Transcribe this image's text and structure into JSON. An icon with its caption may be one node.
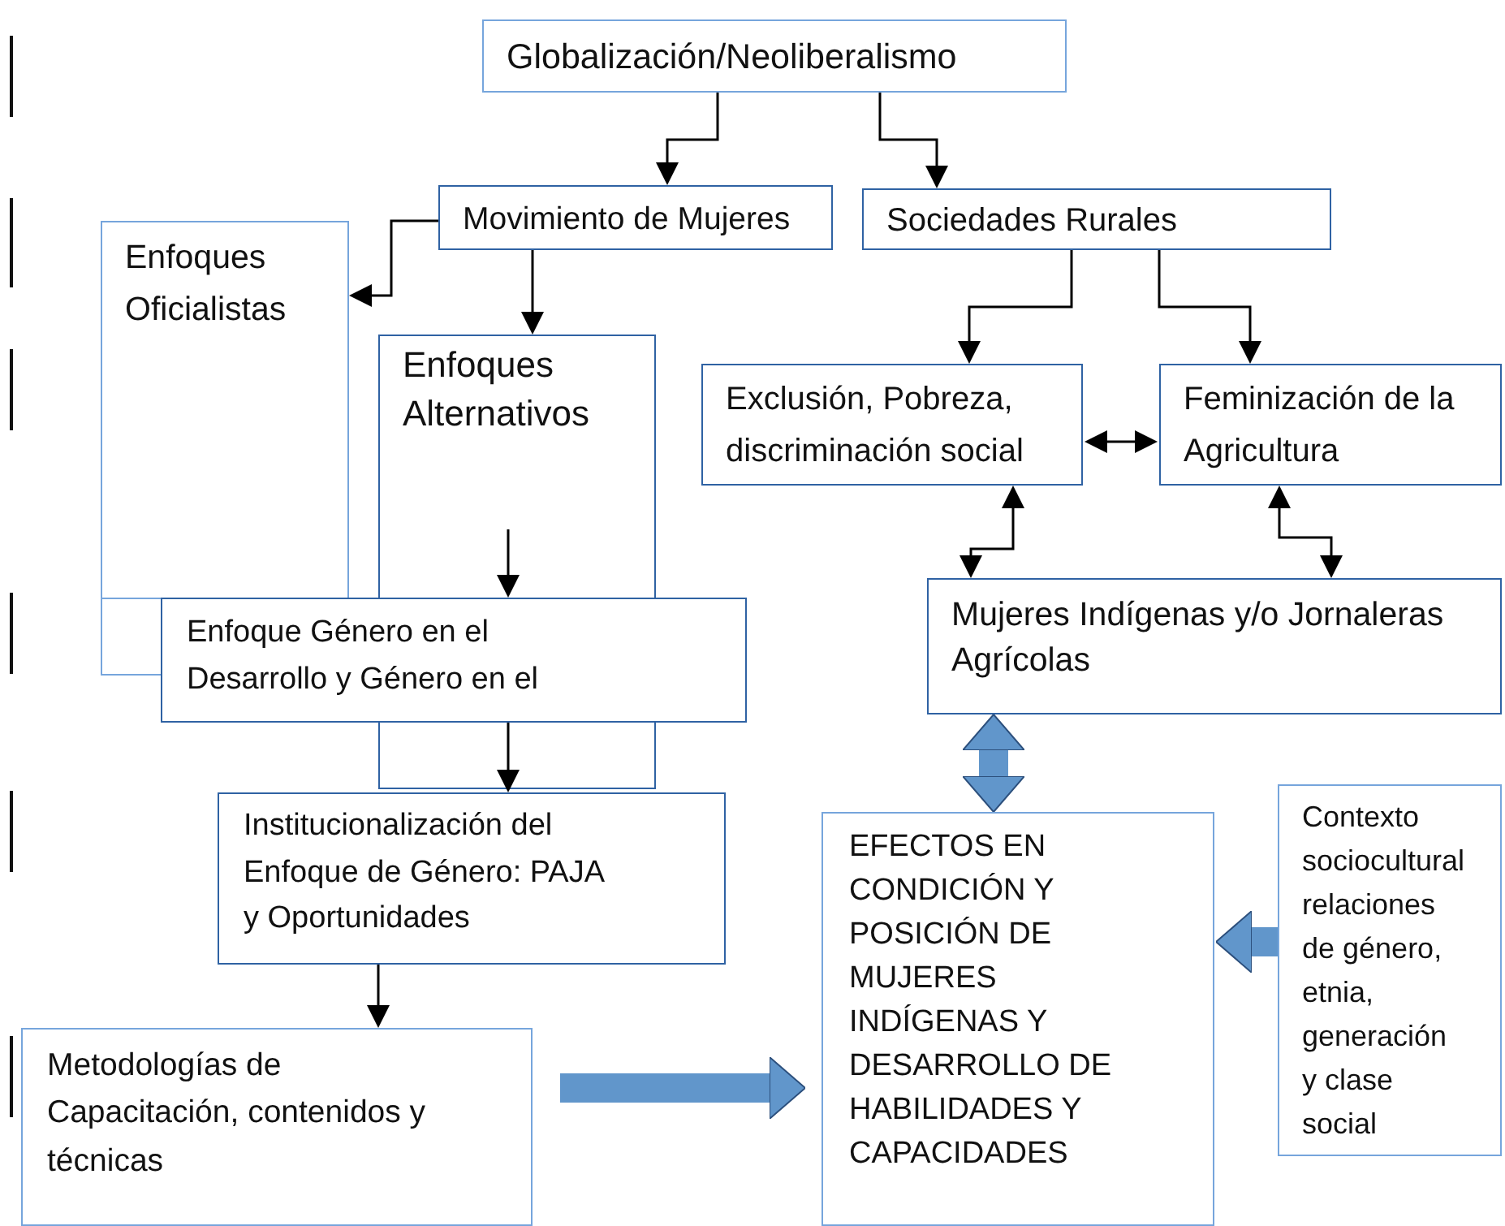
{
  "diagram": {
    "nodes": [
      {
        "text": [
          "Globalización/Neoliberalismo"
        ]
      },
      {
        "text": [
          "Movimiento de Mujeres"
        ]
      },
      {
        "text": [
          "Sociedades Rurales"
        ]
      },
      {
        "text": [
          "Enfoques Oficialistas"
        ]
      },
      {
        "text": [
          "Enfoques Alternativos"
        ]
      },
      {
        "text": [
          "Exclusión, Pobreza, discriminación social"
        ]
      },
      {
        "text": [
          "Feminización de la Agricultura"
        ]
      },
      {
        "text": [
          "Mujeres Indígenas y/o Jornaleras Agrícolas"
        ]
      },
      {
        "text": [
          "Enfoque Género en el Desarrollo y Género en el"
        ]
      },
      {
        "text": [
          "Institucionalización del Enfoque de Género: PAJA y Oportunidades"
        ]
      },
      {
        "text": [
          "Metodologías de Capacitación, contenidos y técnicas"
        ]
      },
      {
        "text": [
          "EFECTOS EN CONDICIÓN Y POSICIÓN DE MUJERES INDÍGENAS Y DESARROLLO DE HABILIDADES Y CAPACIDADES"
        ]
      },
      {
        "text": [
          "Contexto sociocultural relaciones de género, etnia, generación y clase social"
        ]
      }
    ],
    "edges": [
      {
        "from": 0,
        "to": 1,
        "arrow": "to"
      },
      {
        "from": 0,
        "to": 2,
        "arrow": "to"
      },
      {
        "from": 1,
        "to": 3,
        "arrow": "to"
      },
      {
        "from": 1,
        "to": 4,
        "arrow": "to"
      },
      {
        "from": 2,
        "to": 5,
        "arrow": "to"
      },
      {
        "from": 2,
        "to": 6,
        "arrow": "to"
      },
      {
        "from": 5,
        "to": 6,
        "arrow": "both"
      },
      {
        "from": 7,
        "to": 5,
        "arrow": "both"
      },
      {
        "from": 6,
        "to": 7,
        "arrow": "both"
      },
      {
        "from": 4,
        "to": 8,
        "arrow": "to"
      },
      {
        "from": 8,
        "to": 9,
        "arrow": "to"
      },
      {
        "from": 9,
        "to": 10,
        "arrow": "to"
      },
      {
        "from": 10,
        "to": 11,
        "arrow": "to",
        "style": "thick",
        "color": "#6196cb"
      },
      {
        "from": 7,
        "to": 11,
        "arrow": "both",
        "style": "thick",
        "color": "#6196cb"
      },
      {
        "from": 12,
        "to": 11,
        "arrow": "to",
        "style": "thick",
        "color": "#6196cb"
      }
    ]
  }
}
